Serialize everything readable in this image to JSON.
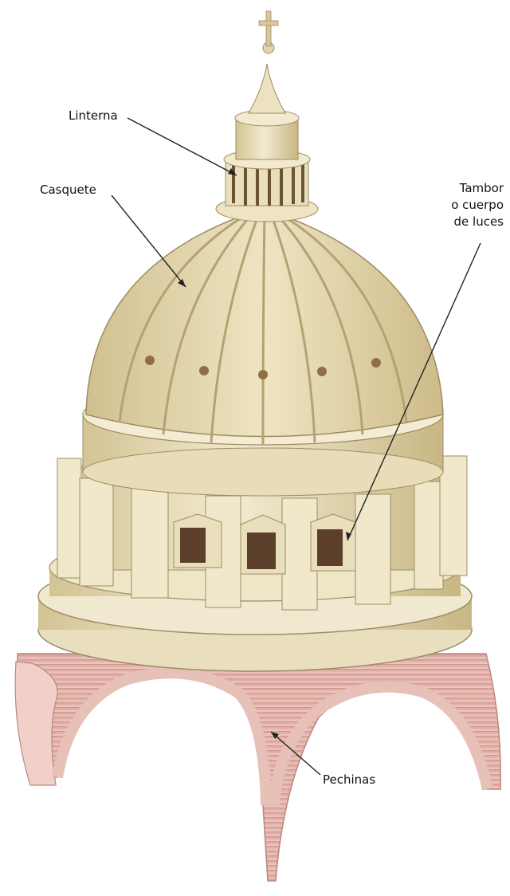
{
  "labels": {
    "linterna": "Linterna",
    "casquete": "Casquete",
    "tambor": [
      "Tambor",
      "o cuerpo",
      "de luces"
    ],
    "pechinas": "Pechinas"
  },
  "colors": {
    "stone_light": "#efe6c8",
    "stone_mid": "#ddd0a6",
    "stone_dark": "#b9a777",
    "pendentive_light": "#f3d6cf",
    "pendentive_dark": "#d99a90",
    "arrow": "#222222"
  }
}
